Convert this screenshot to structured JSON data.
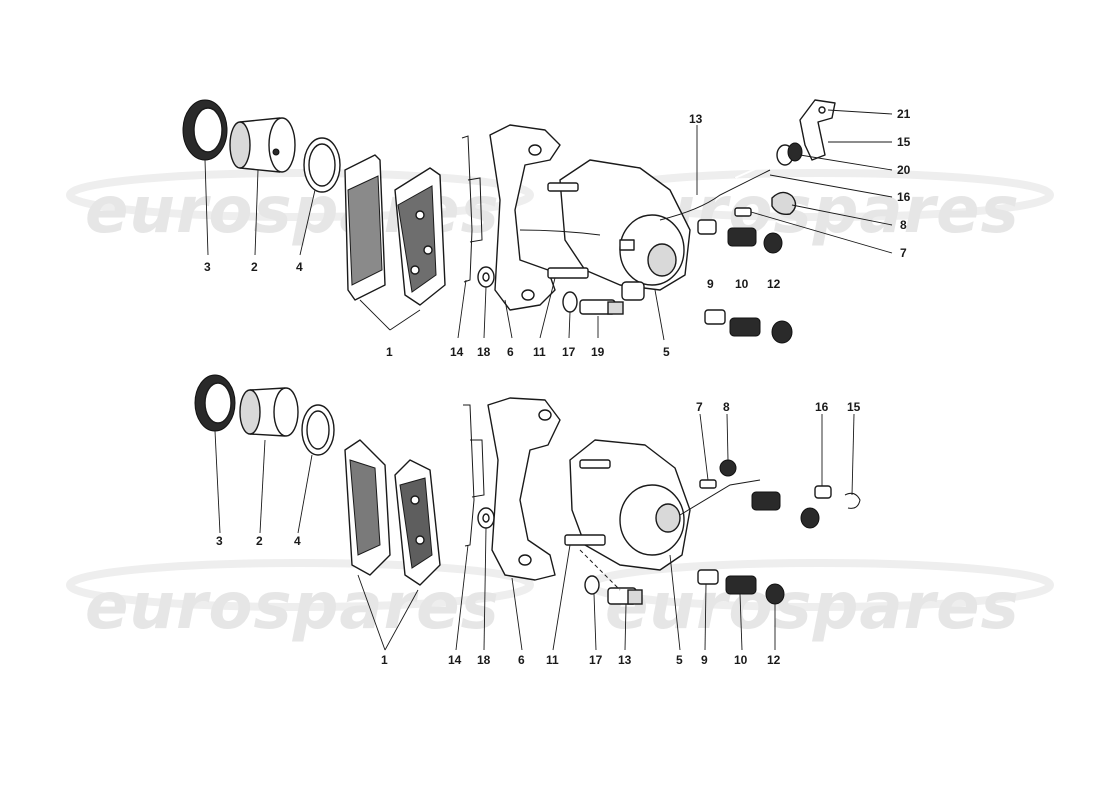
{
  "watermark": "eurospares",
  "diagram": {
    "top_assembly": {
      "callouts": [
        "21",
        "15",
        "20",
        "16",
        "8",
        "7",
        "13",
        "3",
        "2",
        "4",
        "9",
        "10",
        "12",
        "1",
        "14",
        "18",
        "6",
        "11",
        "17",
        "19",
        "5"
      ]
    },
    "bottom_assembly": {
      "callouts": [
        "7",
        "8",
        "16",
        "15",
        "3",
        "2",
        "4",
        "1",
        "14",
        "18",
        "6",
        "11",
        "17",
        "13",
        "5",
        "9",
        "10",
        "12"
      ]
    }
  }
}
